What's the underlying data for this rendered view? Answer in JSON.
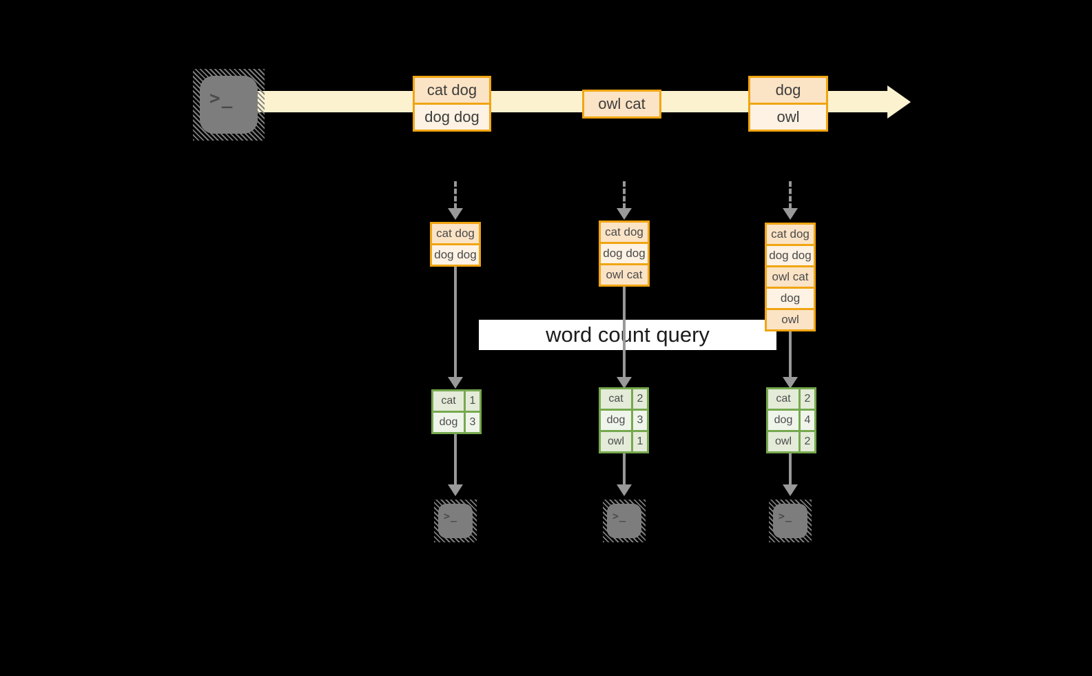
{
  "query": {
    "label": "word count query"
  },
  "icons": {
    "terminal_glyph": ">_"
  },
  "stream": {
    "events": [
      {
        "lines": [
          "cat dog",
          "dog dog"
        ]
      },
      {
        "lines": [
          "owl cat"
        ]
      },
      {
        "lines": [
          "dog",
          "owl"
        ]
      }
    ]
  },
  "workers": [
    {
      "buffer": [
        "cat dog",
        "dog dog"
      ],
      "counts": [
        {
          "word": "cat",
          "count": "1"
        },
        {
          "word": "dog",
          "count": "3"
        }
      ]
    },
    {
      "buffer": [
        "cat dog",
        "dog dog",
        "owl cat"
      ],
      "counts": [
        {
          "word": "cat",
          "count": "2"
        },
        {
          "word": "dog",
          "count": "3"
        },
        {
          "word": "owl",
          "count": "1"
        }
      ]
    },
    {
      "buffer": [
        "cat dog",
        "dog dog",
        "owl cat",
        "dog",
        "owl"
      ],
      "counts": [
        {
          "word": "cat",
          "count": "2"
        },
        {
          "word": "dog",
          "count": "4"
        },
        {
          "word": "owl",
          "count": "2"
        }
      ]
    }
  ],
  "colors": {
    "stream_arrow": "#fdf2d0",
    "event_border": "#f0a511",
    "event_fill_a": "#fbe3c5",
    "event_fill_b": "#fdf2e3",
    "table_border": "#76a94f",
    "table_fill_a": "#e4ebd8",
    "table_fill_b": "#f0f5eb",
    "arrow_gray": "#999999",
    "terminal_gray": "#7d7d7d",
    "query_band": "#ffffff"
  }
}
